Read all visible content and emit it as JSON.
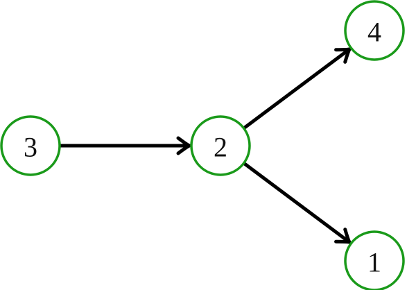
{
  "graph": {
    "nodes": [
      {
        "id": "3",
        "label": "3"
      },
      {
        "id": "2",
        "label": "2"
      },
      {
        "id": "4",
        "label": "4"
      },
      {
        "id": "1",
        "label": "1"
      }
    ],
    "edges": [
      {
        "from": "3",
        "to": "2"
      },
      {
        "from": "2",
        "to": "4"
      },
      {
        "from": "2",
        "to": "1"
      }
    ],
    "colors": {
      "node_border": "#1a9a1a",
      "edge": "#000000",
      "label": "#111111"
    }
  }
}
